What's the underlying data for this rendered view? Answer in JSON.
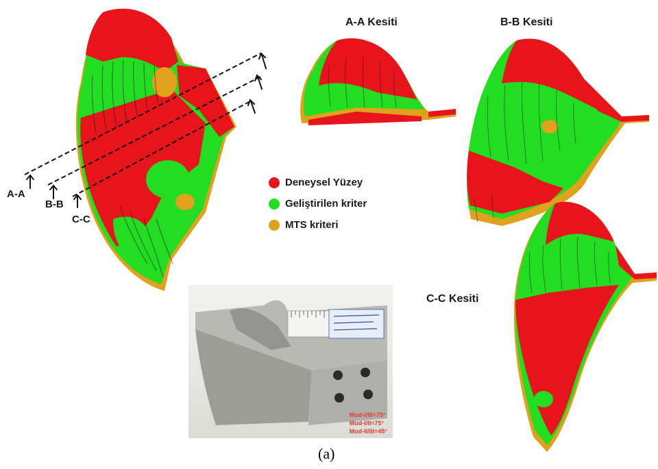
{
  "sections": {
    "aa": "A-A Kesiti",
    "bb": "B-B Kesiti",
    "cc": "C-C Kesiti"
  },
  "cuts": {
    "aa": "A-A",
    "bb": "B-B",
    "cc": "C-C"
  },
  "legend": [
    {
      "label": "Deneysel Yüzey",
      "color": "#e8141b"
    },
    {
      "label": "Geliştirilen kriter",
      "color": "#22dd22"
    },
    {
      "label": "MTS kriteri",
      "color": "#e0a11c"
    }
  ],
  "photo": {
    "labels": [
      "Mod-I/III=75°",
      "Mod-I/II=75°",
      "Mod-II/III=45°"
    ]
  },
  "caption": "(a)",
  "colors": {
    "red": "#e8141b",
    "green": "#22dd22",
    "orange": "#e0a11c"
  }
}
